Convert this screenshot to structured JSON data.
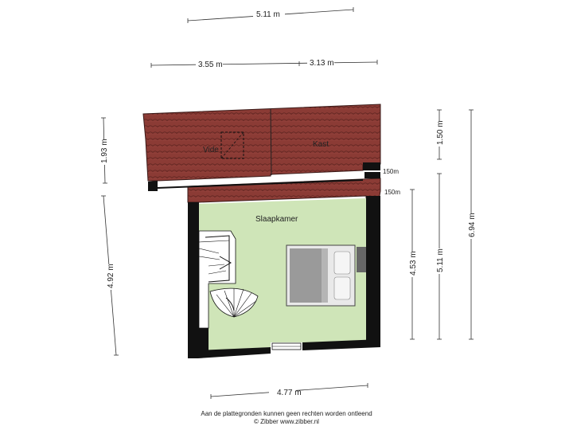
{
  "dimensions": {
    "top_total": "5.11 m",
    "top_left": "3.55 m",
    "top_right": "3.13 m",
    "left_upper": "1.93 m",
    "left_lower": "4.92 m",
    "right_inner": "4.53 m",
    "right_mid": "5.11 m",
    "right_outer": "6.94 m",
    "right_top": "1.50 m",
    "bottom": "4.77 m",
    "height_mark_1": "150m",
    "height_mark_2": "150m"
  },
  "rooms": {
    "vide": "Vide",
    "kast": "Kast",
    "slaapkamer": "Slaapkamer"
  },
  "footer": {
    "disclaimer": "Aan de plattegronden kunnen geen rechten worden ontleend",
    "copyright": "© Zibber www.zibber.nl"
  },
  "colors": {
    "roof": "#8b3b35",
    "floor": "#cfe5b8",
    "wall": "#111111",
    "bed": "#9a9a9a"
  }
}
